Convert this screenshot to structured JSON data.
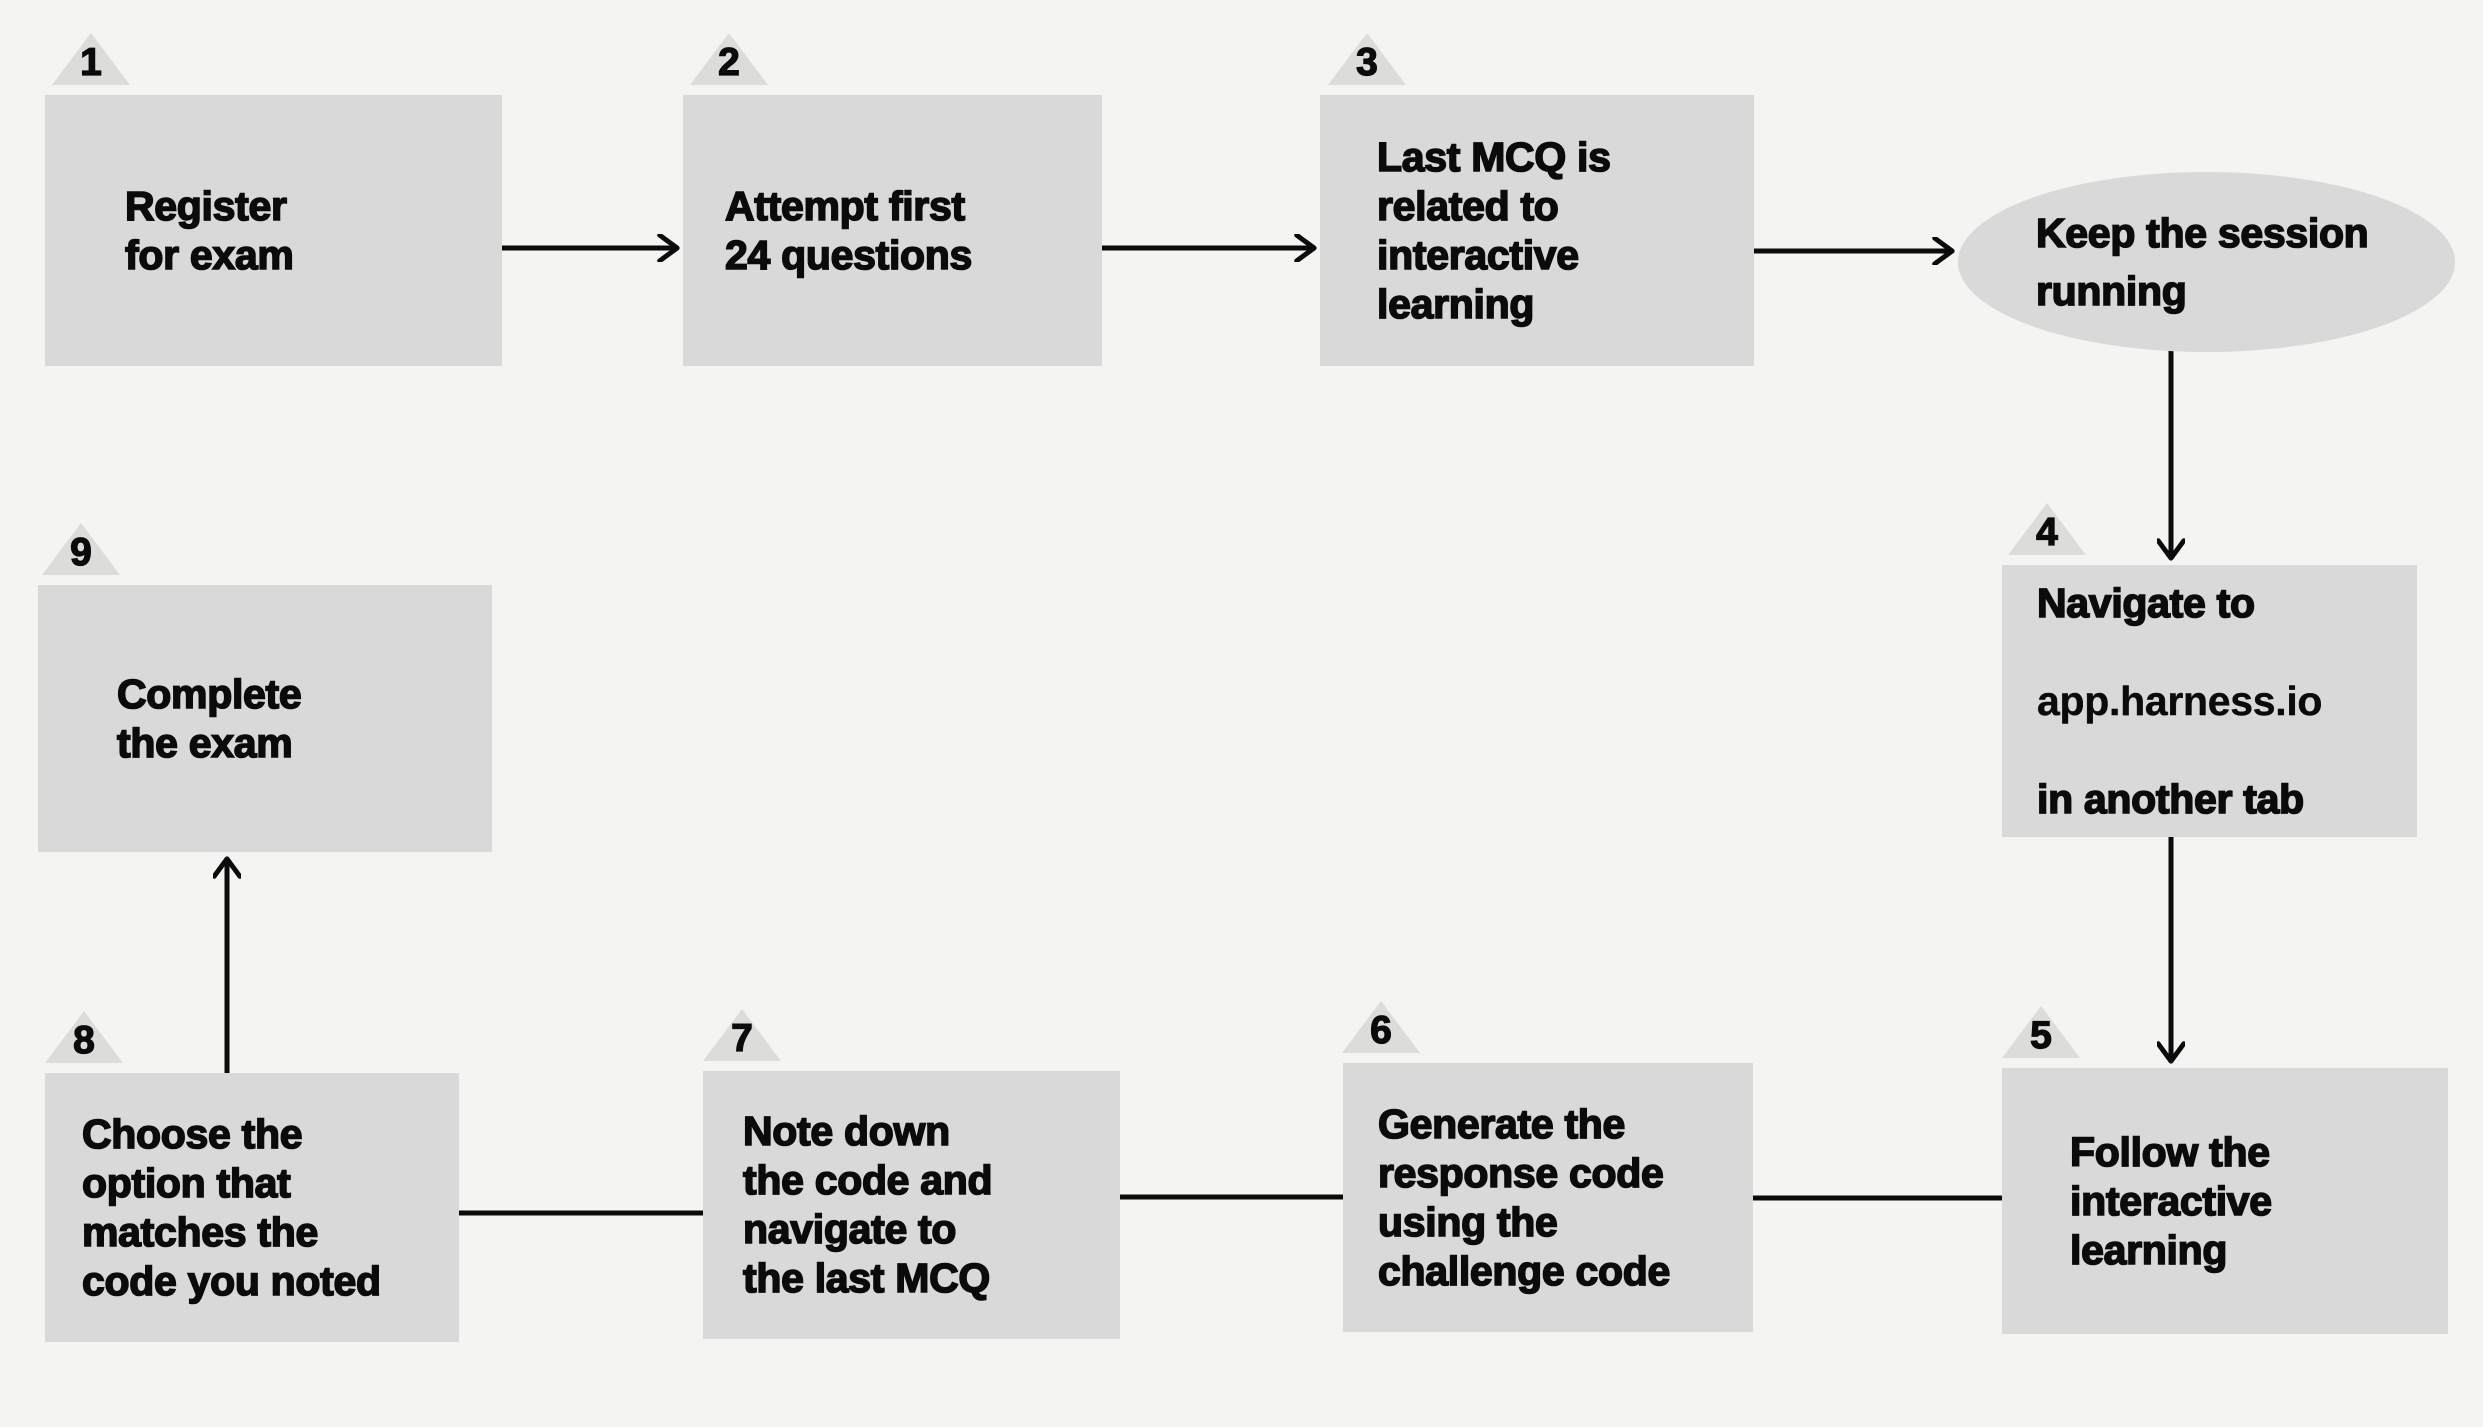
{
  "title": "Exam interactive-learning flowchart",
  "colors": {
    "background": "#f4f4f3",
    "node_fill": "#d9d9d9",
    "step_marker_fill": "#dcdcdb",
    "text": "#0b0b0b",
    "arrow": "#0b0b0b"
  },
  "nodes": {
    "s1": {
      "step": "1",
      "shape": "rect",
      "label": "Register\nfor exam"
    },
    "s2": {
      "step": "2",
      "shape": "rect",
      "label": "Attempt first\n24 questions"
    },
    "s3": {
      "step": "3",
      "shape": "rect",
      "label": "Last MCQ is\nrelated to\ninteractive\nlearning"
    },
    "session": {
      "shape": "ellipse",
      "label": "Keep the session\nrunning"
    },
    "s4": {
      "step": "4",
      "shape": "rect",
      "lines": [
        {
          "text": "Navigate to",
          "emphasis": "heavy"
        },
        {
          "text": "app.harness.io",
          "emphasis": "medium"
        },
        {
          "text": "in another tab",
          "emphasis": "heavy"
        }
      ]
    },
    "s5": {
      "step": "5",
      "shape": "rect",
      "label": "Follow the\ninteractive\nlearning"
    },
    "s6": {
      "step": "6",
      "shape": "rect",
      "label": "Generate the\nresponse code\nusing the\nchallenge code"
    },
    "s7": {
      "step": "7",
      "shape": "rect",
      "label": "Note down\nthe code and\nnavigate to\nthe last MCQ"
    },
    "s8": {
      "step": "8",
      "shape": "rect",
      "label": "Choose the\noption that\nmatches the\ncode you noted"
    },
    "s9": {
      "step": "9",
      "shape": "rect",
      "label": "Complete\nthe exam"
    }
  },
  "edges": [
    {
      "from": "s1",
      "to": "s2",
      "direction": "right"
    },
    {
      "from": "s2",
      "to": "s3",
      "direction": "right"
    },
    {
      "from": "s3",
      "to": "session",
      "direction": "right"
    },
    {
      "from": "session",
      "to": "s4",
      "direction": "down"
    },
    {
      "from": "s4",
      "to": "s5",
      "direction": "down"
    },
    {
      "from": "s5",
      "to": "s6",
      "direction": "left"
    },
    {
      "from": "s6",
      "to": "s7",
      "direction": "left"
    },
    {
      "from": "s7",
      "to": "s8",
      "direction": "left"
    },
    {
      "from": "s8",
      "to": "s9",
      "direction": "up"
    }
  ]
}
